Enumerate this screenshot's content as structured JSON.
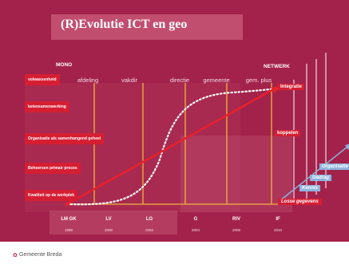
{
  "slide": {
    "title": "(R)Evolutie ICT en geo",
    "mono_label": "MONO",
    "netwerk_label": "NETWERK"
  },
  "columns": [
    "afdeling",
    "vakdir",
    "directie",
    "gemeente",
    "gem. plus"
  ],
  "rows": [
    "volwassenheid",
    "ketensamenwerking",
    "Organisatie als samenhangend geheel",
    "Beheersen primair proces",
    "Kwaliteit op de werkplek"
  ],
  "tags": {
    "integratie": "Integratie",
    "koppelen": "koppelen",
    "losse_gegevens": "Losse gegevens"
  },
  "staircase": [
    "Kennis",
    "Gedrag",
    "Organisatie"
  ],
  "timeline": [
    {
      "era": "LM GK",
      "year": "1998"
    },
    {
      "era": "LV",
      "year": "2000"
    },
    {
      "era": "LG",
      "year": "2002"
    },
    {
      "era": "G",
      "year": "2004"
    },
    {
      "era": "RIV",
      "year": "2006"
    },
    {
      "era": "IF",
      "year": "2010"
    }
  ],
  "footer": {
    "logo_text": "Gemeente Breda"
  },
  "colors": {
    "background": "#a3224b",
    "accent_red": "#e8202a",
    "label_red": "#d61e33",
    "gridline_yellow": "#f2b43a",
    "blue": "#8fb4dd"
  },
  "icons": [
    "gemeente-breda-logo-icon"
  ]
}
